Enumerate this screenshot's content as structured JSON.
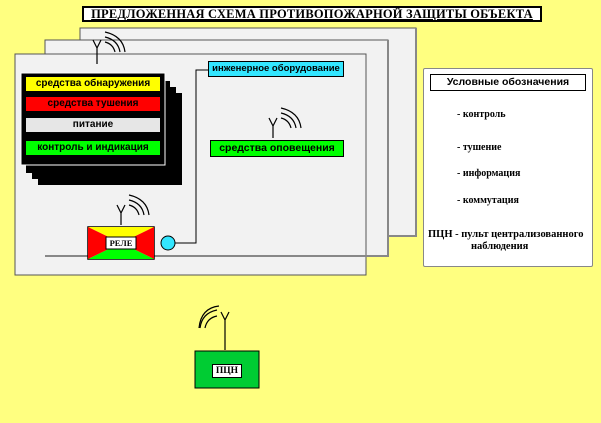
{
  "title": "ПРЕДЛОЖЕННАЯ СХЕМА ПРОТИВОПОЖАРНОЙ ЗАЩИТЫ ОБЪЕКТА",
  "systems": [
    {
      "label": "средства обнаружения",
      "color": "#ffff00",
      "text_color": "#000000"
    },
    {
      "label": "средства тушения",
      "color": "#ff0000",
      "text_color": "#000000"
    },
    {
      "label": "питание",
      "color": "#e6e6e6",
      "text_color": "#000000"
    },
    {
      "label": "контроль и индикация",
      "color": "#00ff00",
      "text_color": "#000000"
    }
  ],
  "engineering_equipment": "инженерное оборудование",
  "notification": "средства оповещения",
  "relay": "РЕЛЕ",
  "pcn": "ПЦН",
  "legend": {
    "title": "Условные обозначения",
    "items": [
      {
        "color": "#ffff00",
        "label": "- контроль"
      },
      {
        "color": "#ff0000",
        "label": "- тушение"
      },
      {
        "color": "#00ff00",
        "label": "- информация"
      },
      {
        "color": "#33e6ff",
        "label": "- коммутация"
      }
    ],
    "note_line1": "ПЦН  -  пульт централизованного",
    "note_line2": "наблюдения"
  },
  "colors": {
    "background": "#ffff80",
    "panel": "#f0f0f0",
    "engineering": "#33e6ff",
    "notification": "#00cc33",
    "pcn_box": "#00cc33"
  }
}
